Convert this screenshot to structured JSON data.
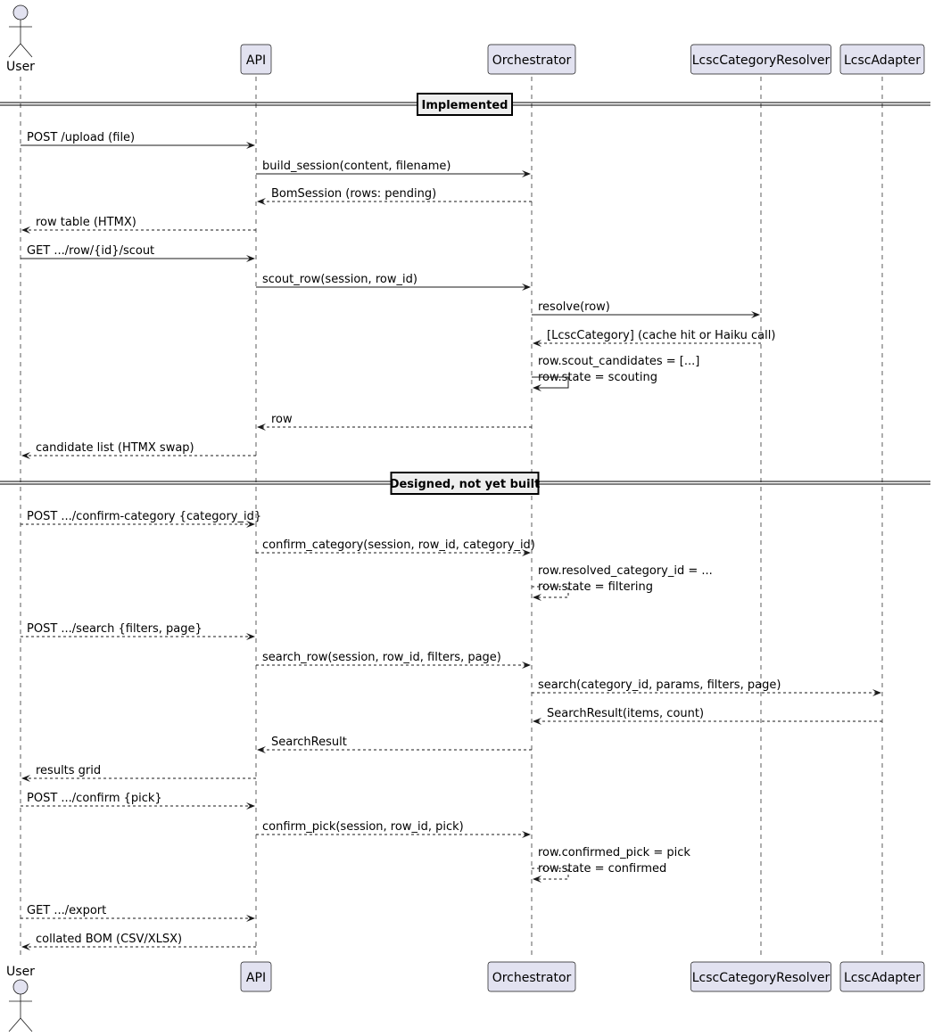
{
  "participants": [
    {
      "id": "user",
      "label": "User",
      "kind": "actor"
    },
    {
      "id": "api",
      "label": "API",
      "kind": "box"
    },
    {
      "id": "orch",
      "label": "Orchestrator",
      "kind": "box"
    },
    {
      "id": "resolver",
      "label": "LcscCategoryResolver",
      "kind": "box"
    },
    {
      "id": "adapter",
      "label": "LcscAdapter",
      "kind": "box"
    }
  ],
  "dividers": [
    {
      "label": "Implemented"
    },
    {
      "label": "Designed, not yet built"
    }
  ],
  "messages": [
    {
      "from": "user",
      "to": "api",
      "style": "solid",
      "lines": [
        "POST /upload (file)"
      ]
    },
    {
      "from": "api",
      "to": "orch",
      "style": "solid",
      "lines": [
        "build_session(content, filename)"
      ]
    },
    {
      "from": "orch",
      "to": "api",
      "style": "dashed",
      "lines": [
        "BomSession (rows: pending)"
      ]
    },
    {
      "from": "api",
      "to": "user",
      "style": "dashed",
      "lines": [
        "row table (HTMX)"
      ]
    },
    {
      "from": "user",
      "to": "api",
      "style": "solid",
      "lines": [
        "GET .../row/{id}/scout"
      ]
    },
    {
      "from": "api",
      "to": "orch",
      "style": "solid",
      "lines": [
        "scout_row(session, row_id)"
      ]
    },
    {
      "from": "orch",
      "to": "resolver",
      "style": "solid",
      "lines": [
        "resolve(row)"
      ]
    },
    {
      "from": "resolver",
      "to": "orch",
      "style": "dashed",
      "lines": [
        "[LcscCategory] (cache hit or Haiku call)"
      ]
    },
    {
      "from": "orch",
      "to": "orch",
      "style": "solid",
      "lines": [
        "row.scout_candidates = [...]",
        "row.state = scouting"
      ]
    },
    {
      "from": "orch",
      "to": "api",
      "style": "dashed",
      "lines": [
        "row"
      ]
    },
    {
      "from": "api",
      "to": "user",
      "style": "dashed",
      "lines": [
        "candidate list (HTMX swap)"
      ]
    },
    {
      "from": "user",
      "to": "api",
      "style": "dashed",
      "lines": [
        "POST .../confirm-category {category_id}"
      ]
    },
    {
      "from": "api",
      "to": "orch",
      "style": "dashed",
      "lines": [
        "confirm_category(session, row_id, category_id)"
      ]
    },
    {
      "from": "orch",
      "to": "orch",
      "style": "dashed",
      "lines": [
        "row.resolved_category_id = ...",
        "row.state = filtering"
      ]
    },
    {
      "from": "user",
      "to": "api",
      "style": "dashed",
      "lines": [
        "POST .../search {filters, page}"
      ]
    },
    {
      "from": "api",
      "to": "orch",
      "style": "dashed",
      "lines": [
        "search_row(session, row_id, filters, page)"
      ]
    },
    {
      "from": "orch",
      "to": "adapter",
      "style": "dashed",
      "lines": [
        "search(category_id, params, filters, page)"
      ]
    },
    {
      "from": "adapter",
      "to": "orch",
      "style": "dashed",
      "lines": [
        "SearchResult(items, count)"
      ]
    },
    {
      "from": "orch",
      "to": "api",
      "style": "dashed",
      "lines": [
        "SearchResult"
      ]
    },
    {
      "from": "api",
      "to": "user",
      "style": "dashed",
      "lines": [
        "results grid"
      ]
    },
    {
      "from": "user",
      "to": "api",
      "style": "dashed",
      "lines": [
        "POST .../confirm {pick}"
      ]
    },
    {
      "from": "api",
      "to": "orch",
      "style": "dashed",
      "lines": [
        "confirm_pick(session, row_id, pick)"
      ]
    },
    {
      "from": "orch",
      "to": "orch",
      "style": "dashed",
      "lines": [
        "row.confirmed_pick = pick",
        "row.state = confirmed"
      ]
    },
    {
      "from": "user",
      "to": "api",
      "style": "dashed",
      "lines": [
        "GET .../export"
      ]
    },
    {
      "from": "api",
      "to": "user",
      "style": "dashed",
      "lines": [
        "collated BOM (CSV/XLSX)"
      ]
    }
  ]
}
